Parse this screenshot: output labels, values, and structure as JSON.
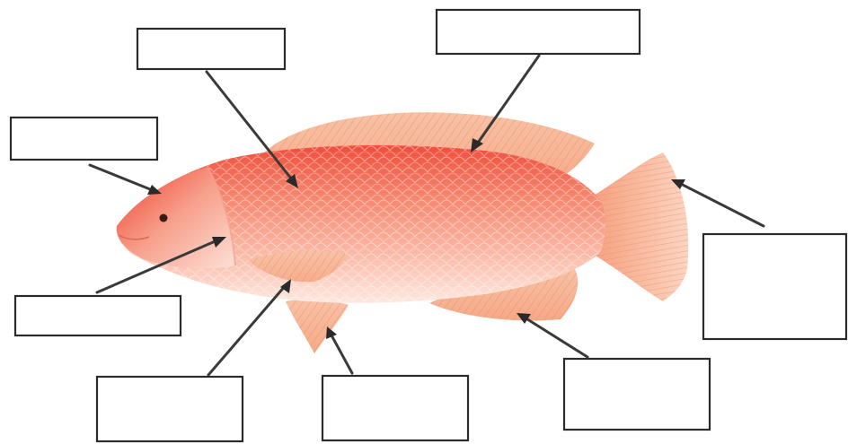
{
  "diagram": {
    "subject": "fish-anatomy",
    "colors": {
      "body_main": "#f58a72",
      "body_light": "#fbd3c6",
      "body_dark": "#ee4f3c",
      "head_red": "#f03c2a",
      "fin": "#f7b79a",
      "fin_ray": "#ec8c66",
      "box_border": "#2b2b2b",
      "leader": "#3a3a3a"
    },
    "labels": [
      {
        "id": "top-center",
        "text": ""
      },
      {
        "id": "top-left",
        "text": ""
      },
      {
        "id": "left-upper",
        "text": ""
      },
      {
        "id": "left-lower",
        "text": ""
      },
      {
        "id": "bottom-left",
        "text": ""
      },
      {
        "id": "bottom-center",
        "text": ""
      },
      {
        "id": "bottom-right",
        "text": ""
      },
      {
        "id": "right",
        "text": ""
      }
    ]
  }
}
